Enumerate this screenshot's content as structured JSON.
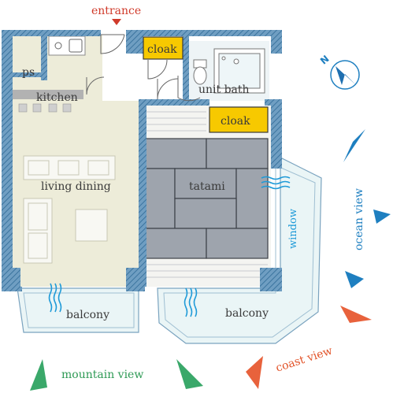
{
  "labels": {
    "entrance": "entrance",
    "ps": "ps",
    "kitchen": "kitchen",
    "cloak_top": "cloak",
    "unit_bath": "unit bath",
    "cloak_mid": "cloak",
    "living_dining": "living dining",
    "tatami": "tatami",
    "window": "window",
    "balcony_left": "balcony",
    "balcony_right": "balcony",
    "ocean_view": "ocean view",
    "coast_view": "coast view",
    "mountain_view": "mountain view",
    "compass": "N"
  },
  "colors": {
    "wall": "#5b8fb5",
    "living_floor": "#edecd9",
    "tatami_mat": "#9ea4ad",
    "tatami_line": "#3c4048",
    "balcony": "#eaf5f6",
    "water": "#1e9ad8",
    "cloak_fill": "#f7c900",
    "ocean_arrow": "#1e7fc0",
    "coast_arrow": "#e8623c",
    "mountain_arrow": "#3aa86a",
    "entrance_text": "#d03a2a",
    "ocean_text": "#1e7fc0",
    "coast_text": "#e2542a",
    "mountain_text": "#2e9a55"
  }
}
